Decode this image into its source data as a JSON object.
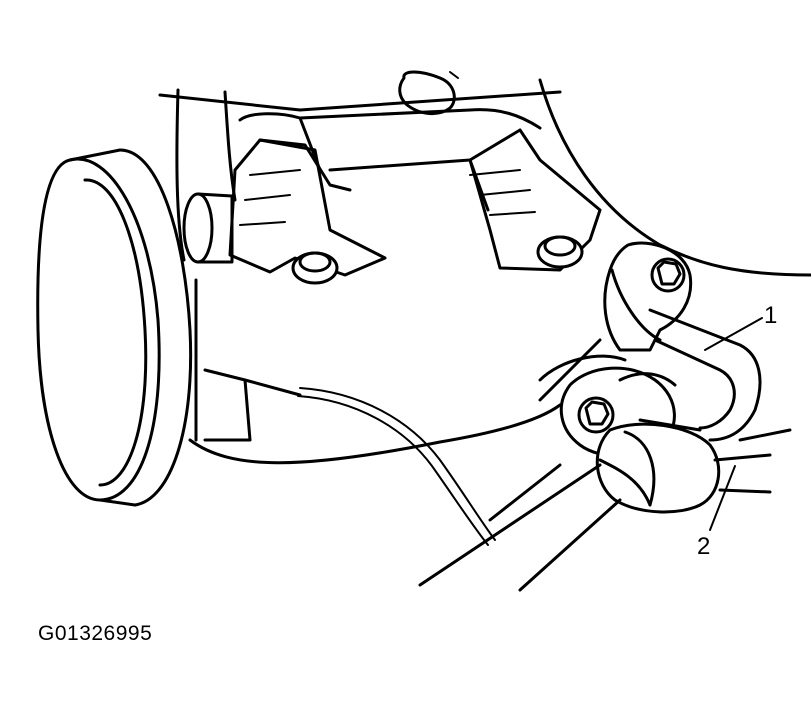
{
  "callouts": {
    "item_1": "1",
    "item_2": "2"
  },
  "figure_code": "G01326995",
  "colors": {
    "line": "#000000",
    "background": "#ffffff"
  }
}
